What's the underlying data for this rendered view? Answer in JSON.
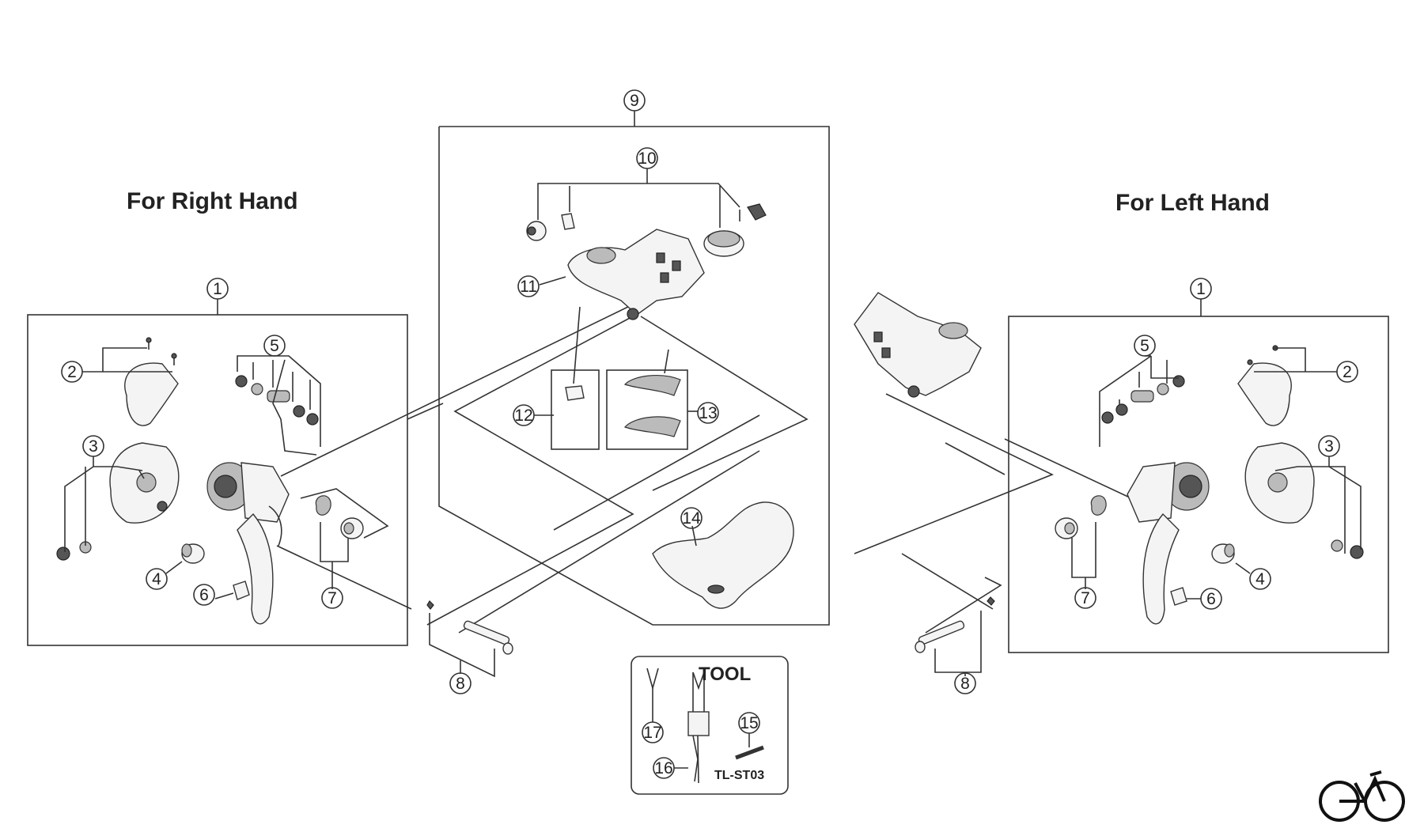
{
  "headings": {
    "right_hand": "For Right Hand",
    "left_hand": "For Left Hand"
  },
  "tool_box": {
    "title": "TOOL",
    "model": "TL-ST03"
  },
  "callouts": {
    "c1": "1",
    "c2": "2",
    "c3": "3",
    "c4": "4",
    "c5": "5",
    "c6": "6",
    "c7": "7",
    "c8": "8",
    "c9": "9",
    "c10": "10",
    "c11": "11",
    "c12": "12",
    "c13": "13",
    "c14": "14",
    "c15": "15",
    "c16": "16",
    "c17": "17"
  },
  "icons": {
    "brand": "bicycle-icon"
  }
}
